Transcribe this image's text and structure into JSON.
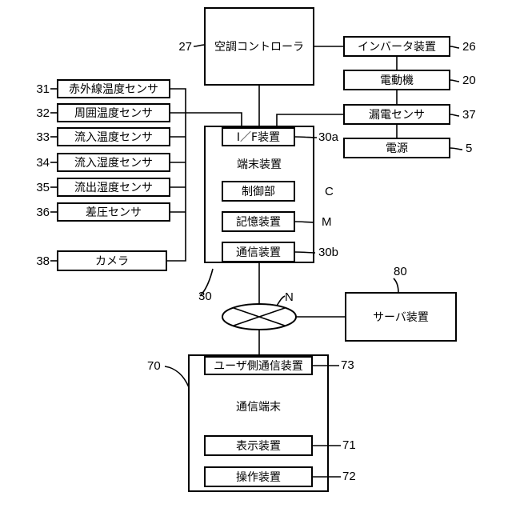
{
  "controller": {
    "label": "空調コントローラ",
    "ref": "27"
  },
  "inverter": {
    "label": "インバータ装置",
    "ref": "26"
  },
  "motor": {
    "label": "電動機",
    "ref": "20"
  },
  "leak_sensor": {
    "label": "漏電センサ",
    "ref": "37"
  },
  "power": {
    "label": "電源",
    "ref": "5"
  },
  "sensors": [
    {
      "label": "赤外線温度センサ",
      "ref": "31"
    },
    {
      "label": "周囲温度センサ",
      "ref": "32"
    },
    {
      "label": "流入温度センサ",
      "ref": "33"
    },
    {
      "label": "流入湿度センサ",
      "ref": "34"
    },
    {
      "label": "流出湿度センサ",
      "ref": "35"
    },
    {
      "label": "差圧センサ",
      "ref": "36"
    }
  ],
  "camera": {
    "label": "カメラ",
    "ref": "38"
  },
  "terminal": {
    "label": "端末装置",
    "ref": "30",
    "if_device": {
      "label": "I／F装置",
      "ref": "30a"
    },
    "control": {
      "label": "制御部",
      "ref": "C"
    },
    "storage": {
      "label": "記憶装置",
      "ref": "M"
    },
    "comm": {
      "label": "通信装置",
      "ref": "30b"
    }
  },
  "network": {
    "ref": "N"
  },
  "server": {
    "label": "サーバ装置",
    "ref": "80"
  },
  "comm_terminal": {
    "label": "通信端末",
    "ref": "70",
    "user_comm": {
      "label": "ユーザ側通信装置",
      "ref": "73"
    },
    "display": {
      "label": "表示装置",
      "ref": "71"
    },
    "operation": {
      "label": "操作装置",
      "ref": "72"
    }
  }
}
